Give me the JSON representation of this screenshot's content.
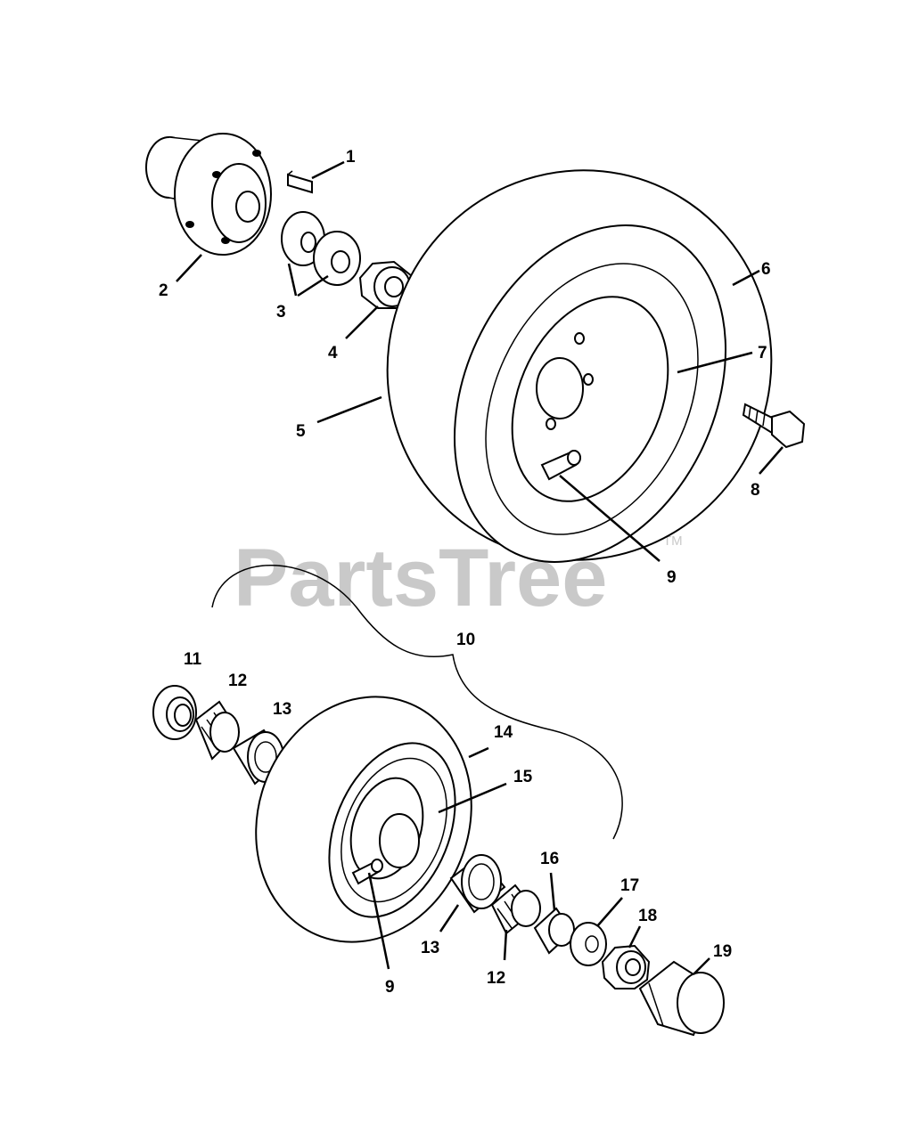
{
  "watermark": {
    "text": "PartsTree",
    "trademark": "TM",
    "color": "#c9c9c9"
  },
  "callouts": {
    "c1": "1",
    "c2": "2",
    "c3": "3",
    "c4": "4",
    "c5": "5",
    "c6": "6",
    "c7": "7",
    "c8": "8",
    "c9a": "9",
    "c9b": "9",
    "c10": "10",
    "c11": "11",
    "c12a": "12",
    "c12b": "12",
    "c13a": "13",
    "c13b": "13",
    "c14": "14",
    "c15": "15",
    "c16": "16",
    "c17": "17",
    "c18": "18",
    "c19": "19"
  }
}
